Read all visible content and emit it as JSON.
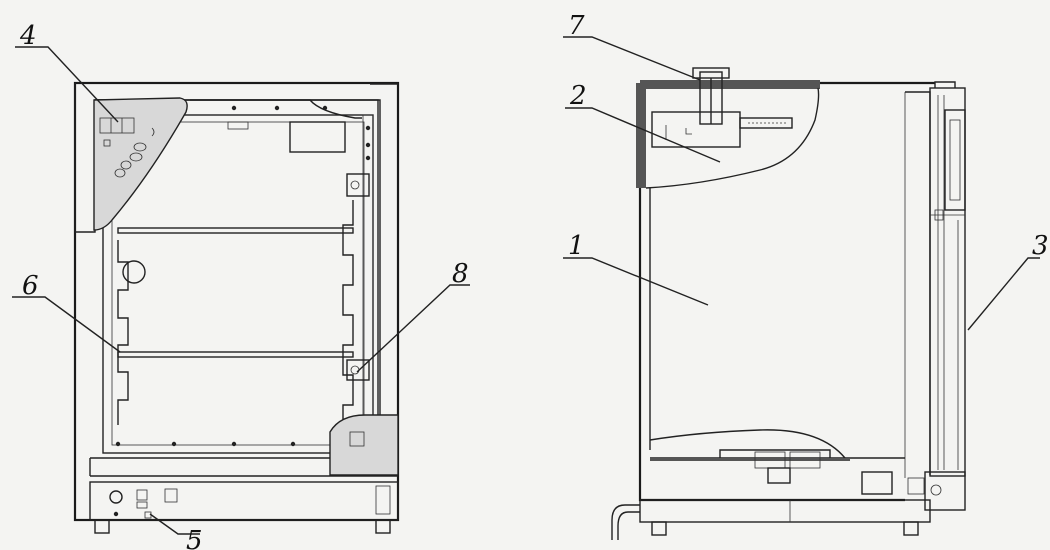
{
  "labels": {
    "num_1": "1",
    "num_2": "2",
    "num_3": "3",
    "num_4": "4",
    "num_5": "5",
    "num_6": "6",
    "num_7": "7",
    "num_8": "8"
  }
}
